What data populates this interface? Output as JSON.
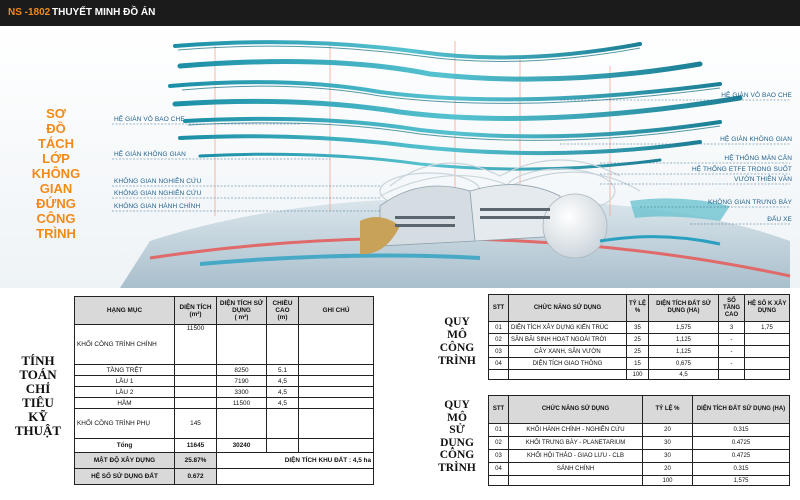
{
  "header": {
    "code": "NS -1802",
    "title": "THUYẾT MINH ĐỒ ÁN"
  },
  "diagram": {
    "title_lines": [
      "SƠ",
      "ĐỒ",
      "TÁCH",
      "LỚP",
      "KHÔNG",
      "GIAN",
      "ĐỨNG",
      "CÔNG",
      "TRÌNH"
    ],
    "left_labels": [
      "HỆ GIÀN VỎ BAO CHE",
      "HỆ GIÀN KHÔNG GIAN",
      "KHÔNG GIAN NGHIÊN CỨU",
      "KHÔNG GIAN NGHIÊN CỨU",
      "KHÔNG GIAN HÀNH CHÍNH"
    ],
    "right_labels": [
      "HỆ GIÀN VỎ BAO CHE",
      "HỆ GIÀN KHÔNG GIAN",
      "HỆ THỐNG MÀN CÂN",
      "HỆ THỐNG ETFE TRONG SUỐT",
      "VƯỜN THIÊN VĂN",
      "KHÔNG GIAN TRƯNG BÀY",
      "ĐẤU XE"
    ]
  },
  "tech_table": {
    "side_title_lines": [
      "TÍNH",
      "TOÁN",
      "CHỈ",
      "TIÊU",
      "KỸ",
      "THUẬT"
    ],
    "headers": {
      "item": "HẠNG MỤC",
      "area": "DIỆN TÍCH",
      "area_unit": "(m²)",
      "use_area": "DIỆN TÍCH SỬ DỤNG",
      "use_unit": "( m²)",
      "height": "CHIỀU CAO",
      "height_unit": "(m)",
      "note": "GHI CHÚ"
    },
    "main_block": {
      "label": "KHỐI CÔNG TRÌNH CHÍNH",
      "area": "11500"
    },
    "floors": [
      {
        "label": "TẦNG TRỆT",
        "use": "8250",
        "height": "5.1"
      },
      {
        "label": "LẦU 1",
        "use": "7190",
        "height": "4,5"
      },
      {
        "label": "LẦU 2",
        "use": "3300",
        "height": "4,5"
      },
      {
        "label": "HẦM",
        "use": "11500",
        "height": "4,5"
      }
    ],
    "aux_block": {
      "label": "KHỐI CÔNG TRÌNH PHỤ",
      "area": "145"
    },
    "total": {
      "label": "Tổng",
      "area": "11645",
      "use": "30240"
    },
    "density": {
      "label": "MẬT ĐỘ XÂY DỰNG",
      "value": "25.87%",
      "site_area": "DIỆN TÍCH KHU ĐẤT : 4,5 ha"
    },
    "far": {
      "label": "HỆ SỐ SỬ DỤNG ĐẤT",
      "value": "0.672"
    }
  },
  "scale_table": {
    "side_title_lines": [
      "QUY",
      "MÔ",
      "CÔNG",
      "TRÌNH"
    ],
    "headers": {
      "stt": "STT",
      "func": "CHỨC NĂNG SỬ DỤNG",
      "ratio": "TỶ LỆ %",
      "area": "DIỆN TÍCH ĐẤT SỬ DỤNG (HA)",
      "floors": "SỐ TẦNG CAO",
      "far": "HỆ SỐ K XÂY DỰNG"
    },
    "rows": [
      {
        "stt": "01",
        "func": "DIỆN TÍCH XÂY DỰNG KIẾN TRÚC",
        "ratio": "35",
        "area": "1,575",
        "floors": "3",
        "far": "1,75"
      },
      {
        "stt": "02",
        "func": "SÂN BÃI SINH HOẠT NGOÀI TRỜI",
        "ratio": "25",
        "area": "1,125",
        "floors": "-",
        "far": ""
      },
      {
        "stt": "03",
        "func": "CÂY XANH, SÂN VƯỜN",
        "ratio": "25",
        "area": "1,125",
        "floors": "-",
        "far": ""
      },
      {
        "stt": "04",
        "func": "DIỆN TÍCH GIAO THÔNG",
        "ratio": "15",
        "area": "0,675",
        "floors": "-",
        "far": ""
      }
    ],
    "total": {
      "ratio": "100",
      "area": "4,5"
    }
  },
  "use_table": {
    "side_title_lines": [
      "QUY",
      "MÔ",
      "SỬ",
      "DỤNG",
      "CÔNG",
      "TRÌNH"
    ],
    "headers": {
      "stt": "STT",
      "func": "CHỨC NĂNG SỬ DỤNG",
      "ratio": "TỶ LỆ %",
      "area": "DIỆN TÍCH ĐẤT SỬ DỤNG (HA)"
    },
    "rows": [
      {
        "stt": "01",
        "func": "KHỐI HÀNH CHÍNH - NGHIÊN CỨU",
        "ratio": "20",
        "area": "0.315"
      },
      {
        "stt": "02",
        "func": "KHỐI TRƯNG BÀY - PLANETARIUM",
        "ratio": "30",
        "area": "0.4725"
      },
      {
        "stt": "03",
        "func": "KHỐI HỘI THẢO - GIAO LƯU - CLB",
        "ratio": "30",
        "area": "0.4725"
      },
      {
        "stt": "04",
        "func": "SẢNH CHÍNH",
        "ratio": "20",
        "area": "0.315"
      }
    ],
    "total": {
      "ratio": "100",
      "area": "1,575"
    }
  },
  "colors": {
    "accent": "#f28a1a",
    "label_blue": "#1d5f8c",
    "teal": "#3aa7b8",
    "header_bg": "#1b1b1b"
  }
}
